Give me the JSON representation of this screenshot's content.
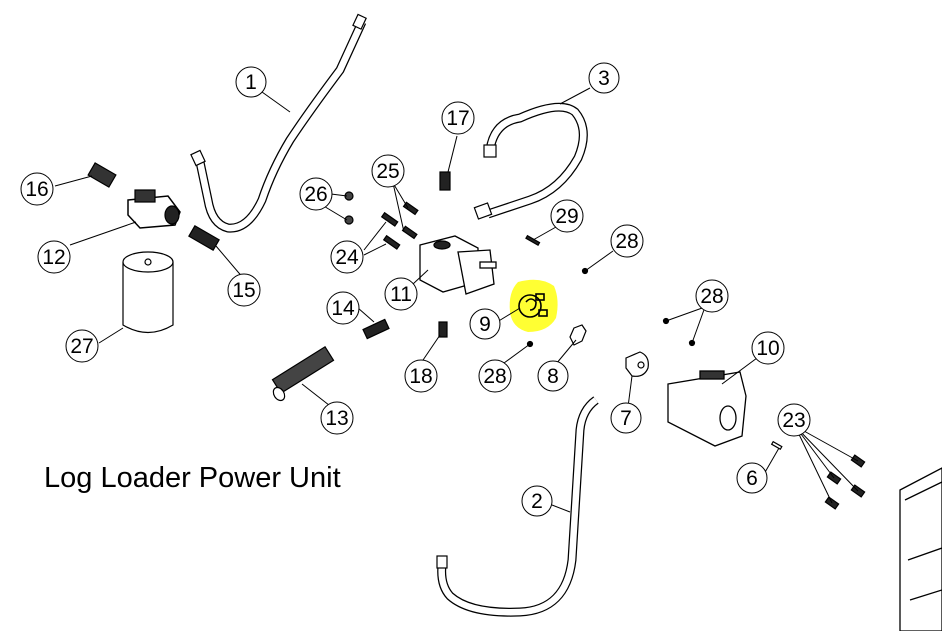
{
  "title": "Log Loader Power Unit",
  "highlight_color": "#ffff33",
  "callouts": [
    {
      "id": "c1",
      "label": "1"
    },
    {
      "id": "c2",
      "label": "2"
    },
    {
      "id": "c3",
      "label": "3"
    },
    {
      "id": "c6",
      "label": "6"
    },
    {
      "id": "c7",
      "label": "7"
    },
    {
      "id": "c8",
      "label": "8"
    },
    {
      "id": "c9",
      "label": "9"
    },
    {
      "id": "c10",
      "label": "10"
    },
    {
      "id": "c11",
      "label": "11"
    },
    {
      "id": "c12",
      "label": "12"
    },
    {
      "id": "c13",
      "label": "13"
    },
    {
      "id": "c14",
      "label": "14"
    },
    {
      "id": "c15",
      "label": "15"
    },
    {
      "id": "c16",
      "label": "16"
    },
    {
      "id": "c17",
      "label": "17"
    },
    {
      "id": "c18",
      "label": "18"
    },
    {
      "id": "c23",
      "label": "23"
    },
    {
      "id": "c24",
      "label": "24"
    },
    {
      "id": "c25",
      "label": "25"
    },
    {
      "id": "c26",
      "label": "26"
    },
    {
      "id": "c27",
      "label": "27"
    },
    {
      "id": "c28a",
      "label": "28"
    },
    {
      "id": "c28b",
      "label": "28"
    },
    {
      "id": "c28c",
      "label": "28"
    },
    {
      "id": "c29",
      "label": "29"
    }
  ]
}
